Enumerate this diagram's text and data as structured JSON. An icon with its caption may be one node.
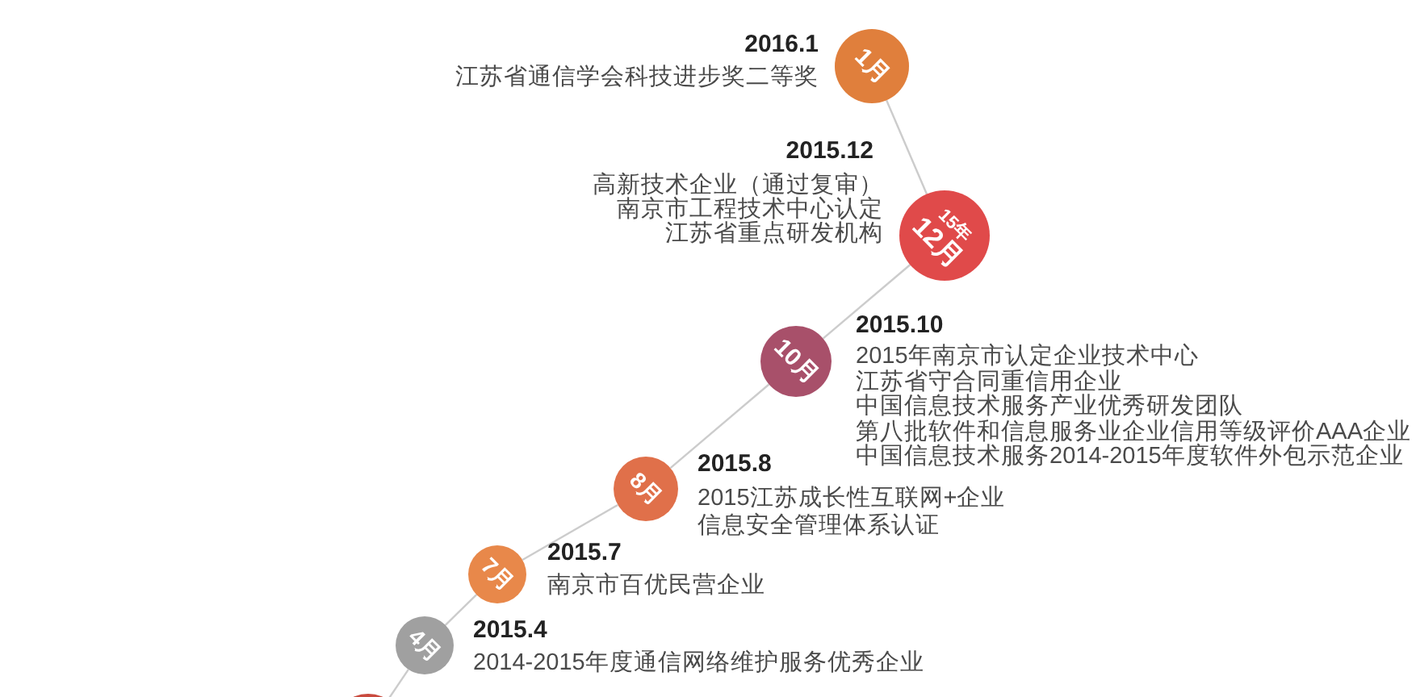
{
  "diagram": {
    "nodes": [
      {
        "text": [
          "1月"
        ],
        "beside": [
          "2016.1",
          "江苏省通信学会科技进步奖二等奖"
        ]
      },
      {
        "text": [
          "15年",
          "12月"
        ],
        "beside": [
          "2015.12",
          "高新技术企业（通过复审）",
          "南京市工程技术中心认定",
          "江苏省重点研发机构"
        ]
      },
      {
        "text": [
          "10月"
        ],
        "beside": [
          "2015.10",
          "2015年南京市认定企业技术中心",
          "江苏省守合同重信用企业",
          "中国信息技术服务产业优秀研发团队",
          "第八批软件和信息服务业企业信用等级评价AAA企业",
          "中国信息技术服务2014-2015年度软件外包示范企业"
        ]
      },
      {
        "text": [
          "8月"
        ],
        "beside": [
          "2015.8",
          "2015江苏成长性互联网+企业",
          "信息安全管理体系认证"
        ]
      },
      {
        "text": [
          "7月"
        ],
        "beside": [
          "2015.7",
          "南京市百优民营企业"
        ]
      },
      {
        "text": [
          "4月"
        ],
        "beside": [
          "2015.4",
          "2014-2015年度通信网络维护服务优秀企业"
        ]
      },
      {
        "text": [],
        "shape": "circle"
      }
    ],
    "edges": [
      {
        "from": 0,
        "to": 1,
        "arrow": "none"
      },
      {
        "from": 1,
        "to": 2,
        "arrow": "none"
      },
      {
        "from": 2,
        "to": 3,
        "arrow": "none"
      },
      {
        "from": 3,
        "to": 4,
        "arrow": "none"
      },
      {
        "from": 4,
        "to": 5,
        "arrow": "none"
      },
      {
        "from": 5,
        "to": 6,
        "arrow": "none"
      }
    ]
  }
}
